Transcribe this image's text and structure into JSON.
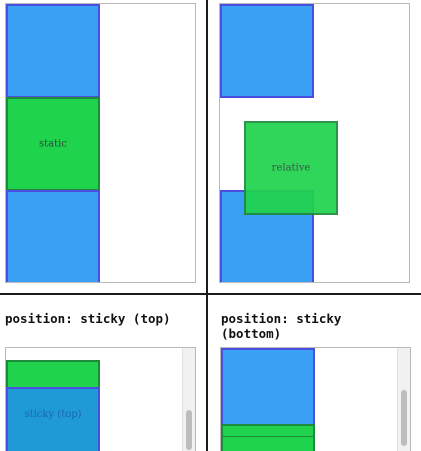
{
  "panels": {
    "static": {
      "label": "static"
    },
    "relative": {
      "label": "relative"
    },
    "sticky_top": {
      "heading": "position: sticky (top)",
      "label": "sticky (top)"
    },
    "sticky_bottom": {
      "heading_line1": "position: sticky",
      "heading_line2": "(bottom)"
    }
  },
  "colors": {
    "blue_box": "#3aa0f3",
    "green_box": "#1fd34c",
    "box_border": "#4a4fe0",
    "divider": "#1a1a1a"
  }
}
